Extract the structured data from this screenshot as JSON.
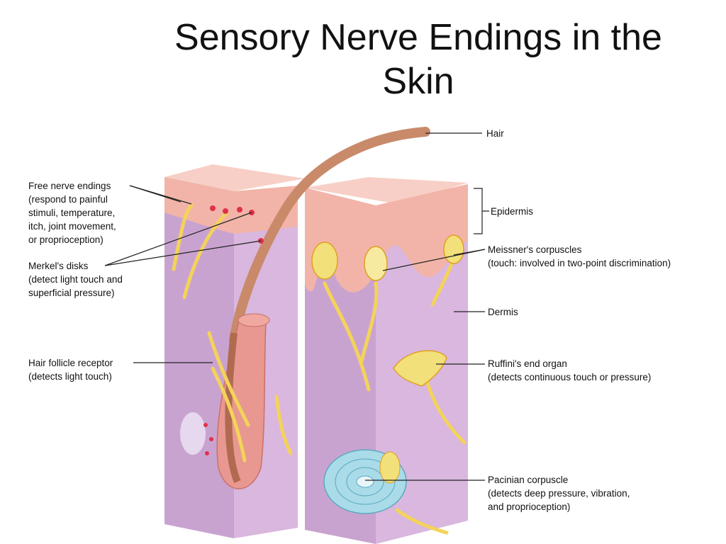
{
  "title": {
    "line1": "Sensory Nerve Endings in the",
    "line2": "Skin"
  },
  "labels": {
    "hair": [
      "Hair"
    ],
    "epidermis": [
      "Epidermis"
    ],
    "meissner": [
      "Meissner's corpuscles",
      "(touch: involved in two-point discrimination)"
    ],
    "dermis": [
      "Dermis"
    ],
    "ruffini": [
      "Ruffini's end organ",
      "(detects continuous touch or pressure)"
    ],
    "pacinian": [
      "Pacinian corpuscle",
      "(detects deep pressure, vibration,",
      "and proprioception)"
    ],
    "free_nerve": [
      "Free nerve endings",
      "(respond to painful",
      "stimuli, temperature,",
      "itch, joint movement,",
      "or proprioception)"
    ],
    "merkel": [
      "Merkel's disks",
      "(detect light touch and",
      "superficial pressure)"
    ],
    "hair_follicle": [
      "Hair follicle receptor",
      "(detects light touch)"
    ]
  },
  "colors": {
    "epidermis": "#f2b4a8",
    "epidermis_top": "#f7cfc6",
    "dermis": "#d9b7de",
    "dermis_side": "#c9a3d0",
    "nerve": "#f3d35a",
    "hair": "#c98a6a",
    "merkel": "#e0304a",
    "pacinian": "#a9dbe8"
  }
}
